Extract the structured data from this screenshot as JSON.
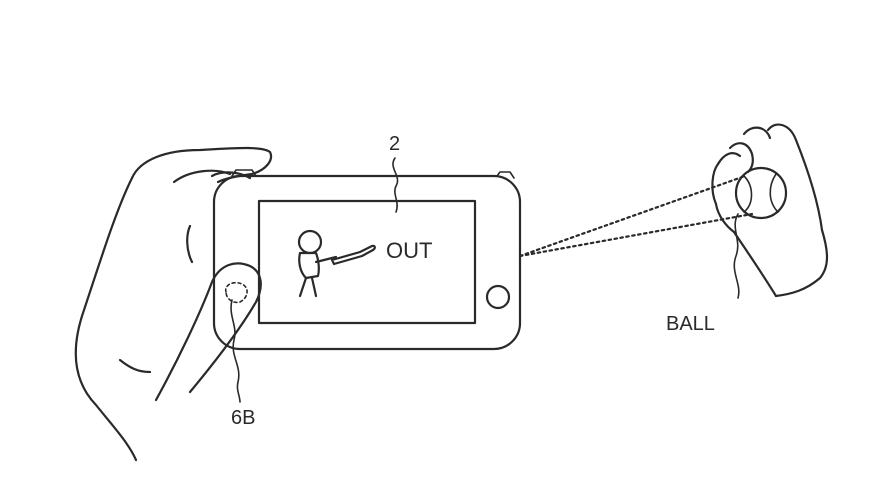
{
  "labels": {
    "device_ref": "2",
    "screen_text": "OUT",
    "touch_ref": "6B",
    "ball": "BALL"
  },
  "colors": {
    "ink": "#2a2a2a",
    "background": "#ffffff"
  }
}
